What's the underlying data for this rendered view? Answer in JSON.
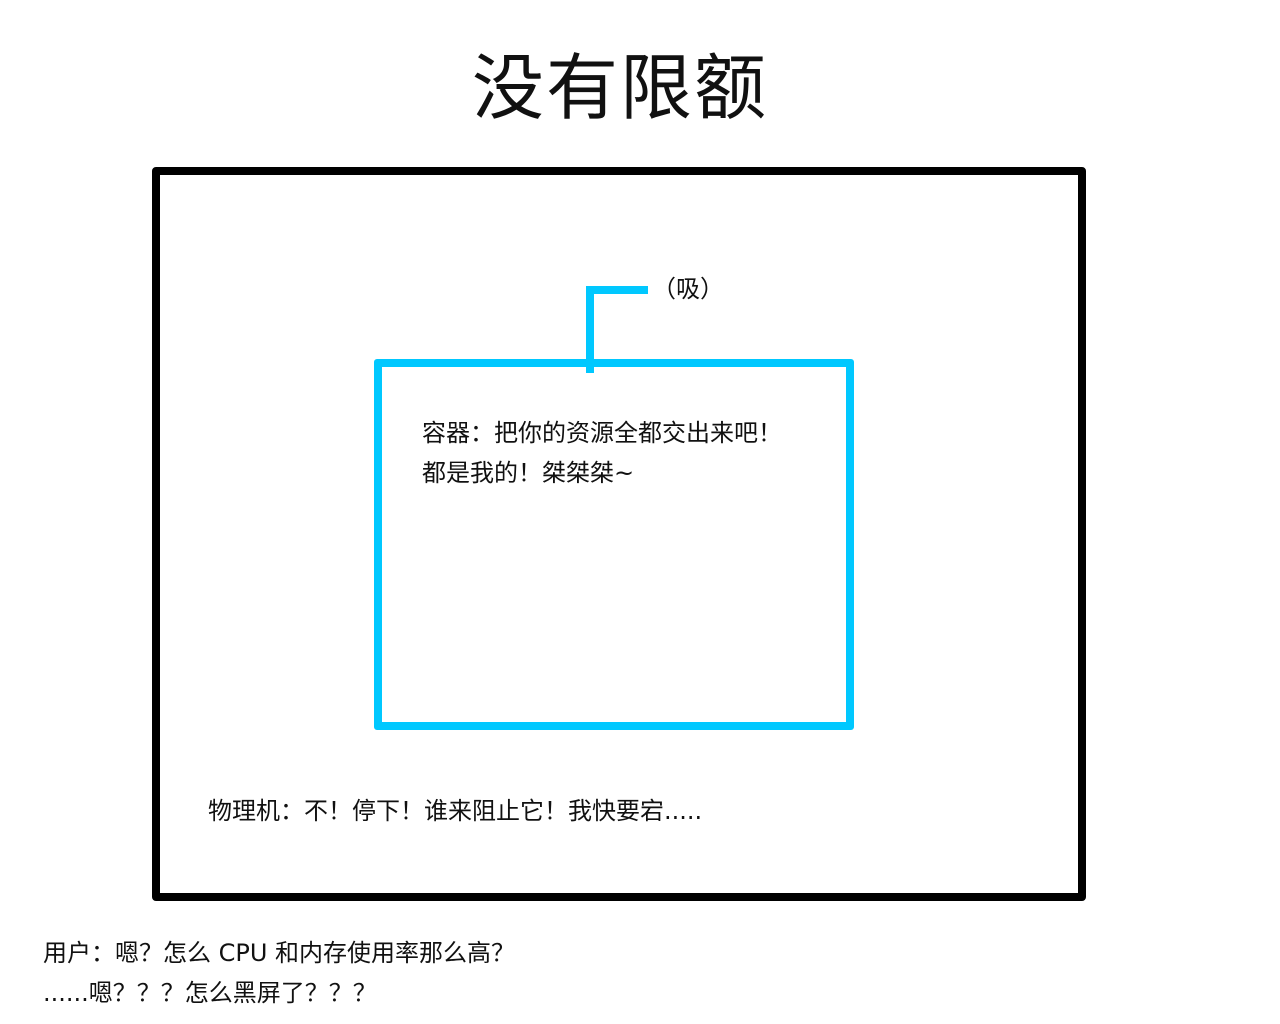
{
  "title": "没有限额",
  "colors": {
    "machine_border": "#000000",
    "container_border": "#00c8ff",
    "text": "#111111",
    "background": "#ffffff"
  },
  "inhale_label": "（吸）",
  "container": {
    "lines": [
      "容器：把你的资源全都交出来吧！",
      "都是我的！桀桀桀~"
    ]
  },
  "physical_machine": {
    "line": "物理机：不！停下！谁来阻止它！我快要宕....."
  },
  "user": {
    "lines": [
      "用户：嗯？怎么 CPU 和内存使用率那么高？",
      "......嗯？？？怎么黑屏了？？？"
    ]
  }
}
